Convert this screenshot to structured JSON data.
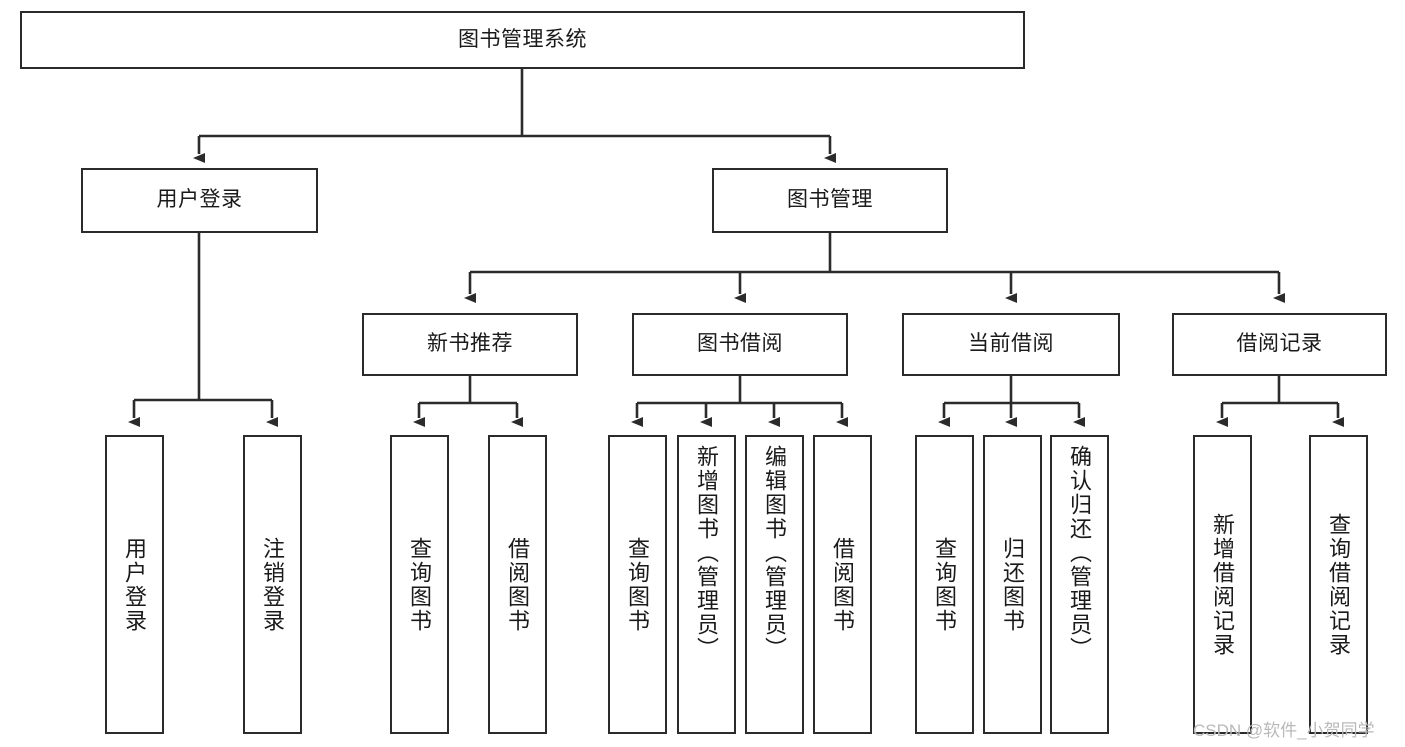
{
  "diagram": {
    "type": "tree",
    "title": "图书管理系统",
    "root": {
      "id": "root",
      "label": "图书管理系统"
    },
    "level2": [
      {
        "id": "user-login",
        "label": "用户登录"
      },
      {
        "id": "book-manage",
        "label": "图书管理"
      }
    ],
    "level3": [
      {
        "id": "new-book-recommend",
        "label": "新书推荐",
        "parent": "book-manage"
      },
      {
        "id": "book-borrow",
        "label": "图书借阅",
        "parent": "book-manage"
      },
      {
        "id": "current-borrow",
        "label": "当前借阅",
        "parent": "book-manage"
      },
      {
        "id": "borrow-record",
        "label": "借阅记录",
        "parent": "book-manage"
      }
    ],
    "leaves": {
      "user_login": [
        {
          "id": "leaf-user-login",
          "label": "用户登录"
        },
        {
          "id": "leaf-logout-login",
          "label": "注销登录"
        }
      ],
      "new_book_recommend": [
        {
          "id": "leaf-query-book-1",
          "label": "查询图书"
        },
        {
          "id": "leaf-borrow-book-1",
          "label": "借阅图书"
        }
      ],
      "book_borrow": [
        {
          "id": "leaf-query-book-2",
          "label": "查询图书"
        },
        {
          "id": "leaf-add-book",
          "label": "新增图书（管理员）"
        },
        {
          "id": "leaf-edit-book",
          "label": "编辑图书（管理员）"
        },
        {
          "id": "leaf-borrow-book-2",
          "label": "借阅图书"
        }
      ],
      "current_borrow": [
        {
          "id": "leaf-query-book-3",
          "label": "查询图书"
        },
        {
          "id": "leaf-return-book",
          "label": "归还图书"
        },
        {
          "id": "leaf-confirm-return",
          "label": "确认归还（管理员）"
        }
      ],
      "borrow_record": [
        {
          "id": "leaf-add-record",
          "label": "新增借阅记录"
        },
        {
          "id": "leaf-query-record",
          "label": "查询借阅记录"
        }
      ]
    },
    "colors": {
      "line": "#2b2b2b",
      "box_border": "#2b2b2b",
      "box_fill": "#ffffff",
      "text": "#1a1a1a",
      "watermark": "#b9b9b9"
    }
  },
  "watermark": {
    "text": "CSDN @软件_小贺同学"
  }
}
